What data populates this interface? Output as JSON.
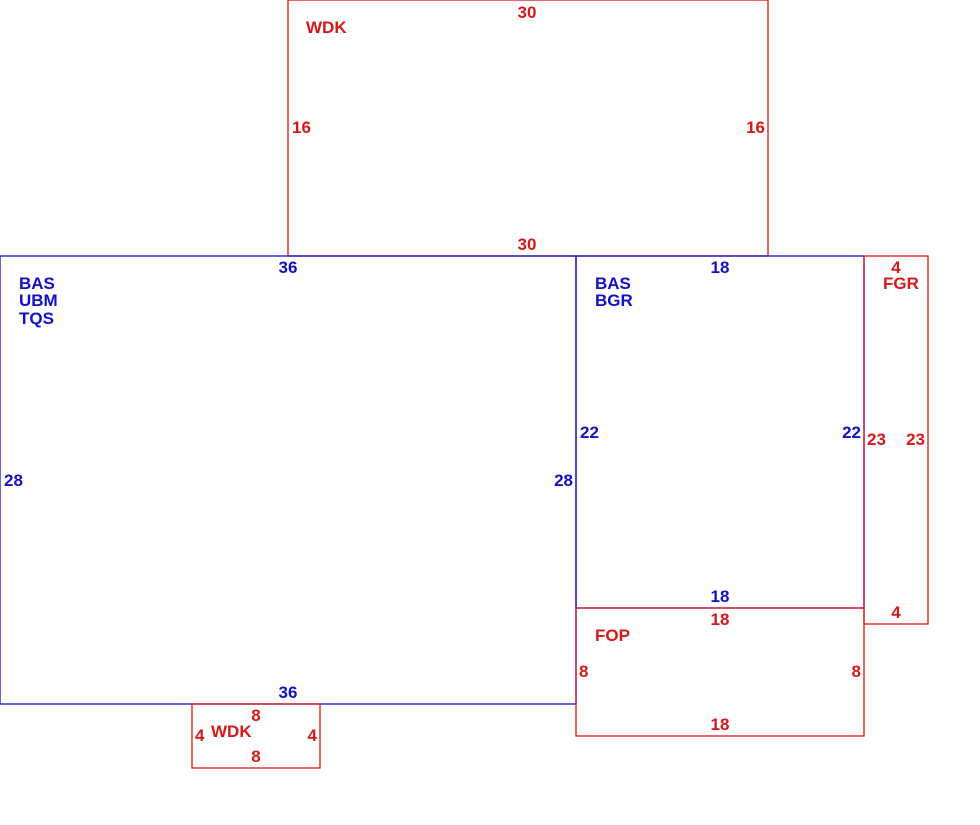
{
  "colors": {
    "main": "#1010c8",
    "addon": "#d81818"
  },
  "areas": {
    "wdk_top": {
      "label": "WDK",
      "top": "30",
      "bottom": "30",
      "left": "16",
      "right": "16"
    },
    "bas_main": {
      "label_lines": [
        "BAS",
        "UBM",
        "TQS"
      ],
      "top": "36",
      "bottom": "36",
      "left": "28",
      "right": "28"
    },
    "bas_right": {
      "label_lines": [
        "BAS",
        "BGR"
      ],
      "top": "18",
      "bottom": "18",
      "left": "22",
      "right": "22"
    },
    "fgr": {
      "label": "FGR",
      "top": "4",
      "bottom": "4",
      "left": "23",
      "right": "23"
    },
    "fop": {
      "label": "FOP",
      "top": "18",
      "bottom": "18",
      "left": "8",
      "right": "8"
    },
    "wdk_small": {
      "label": "WDK",
      "top": "8",
      "bottom": "8",
      "left": "4",
      "right": "4"
    }
  }
}
